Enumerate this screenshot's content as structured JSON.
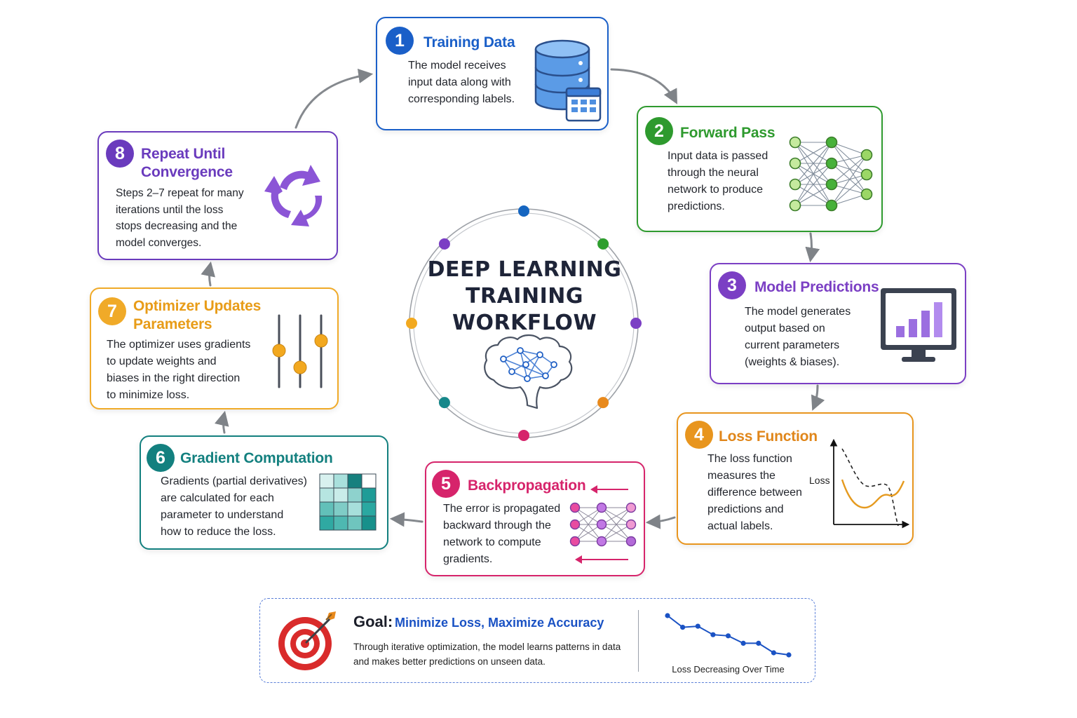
{
  "center": {
    "title_lines": [
      "DEEP LEARNING",
      "TRAINING",
      "WORKFLOW"
    ],
    "ring_dot_colors": [
      "#1565c0",
      "#2e9e2e",
      "#7b3fc4",
      "#e8891c",
      "#d6246b",
      "#16878a",
      "#f2a91f",
      "#7b3fc4"
    ]
  },
  "steps": [
    {
      "number": "1",
      "title_lines": [
        "Training Data"
      ],
      "description": [
        "The model receives",
        "input data along with",
        "corresponding labels."
      ],
      "color": "#1a5fc8",
      "icon": "database-icon"
    },
    {
      "number": "2",
      "title_lines": [
        "Forward Pass"
      ],
      "description": [
        "Input data is passed",
        "through the neural",
        "network to produce",
        "predictions."
      ],
      "color": "#2e9a2e",
      "icon": "neural-network-icon"
    },
    {
      "number": "3",
      "title_lines": [
        "Model Predictions"
      ],
      "description": [
        "The model generates",
        "output based on",
        "current parameters",
        "(weights & biases)."
      ],
      "color": "#7b3fc4",
      "icon": "monitor-chart-icon"
    },
    {
      "number": "4",
      "title_lines": [
        "Loss Function"
      ],
      "description": [
        "The loss function",
        "measures the",
        "difference between",
        "predictions and",
        "actual labels."
      ],
      "color": "#e0861a",
      "icon": "loss-curve-icon",
      "plot_label": "Loss"
    },
    {
      "number": "5",
      "title_lines": [
        "Backpropagation"
      ],
      "description": [
        "The error is propagated",
        "backward through the",
        "network to compute",
        "gradients."
      ],
      "color": "#d6246b",
      "icon": "backprop-network-icon"
    },
    {
      "number": "6",
      "title_lines": [
        "Gradient Computation"
      ],
      "description": [
        "Gradients (partial derivatives)",
        "are calculated for each",
        "parameter to understand",
        "how to reduce the loss."
      ],
      "color": "#13807f",
      "icon": "gradient-grid-icon"
    },
    {
      "number": "7",
      "title_lines": [
        "Optimizer Updates",
        "Parameters"
      ],
      "description": [
        "The optimizer uses gradients",
        "to update weights and",
        "biases in the right direction",
        "to minimize loss."
      ],
      "color": "#e9a21e",
      "icon": "sliders-icon"
    },
    {
      "number": "8",
      "title_lines": [
        "Repeat Until",
        "Convergence"
      ],
      "description": [
        "Steps 2–7 repeat for many",
        "iterations until the loss",
        "stops decreasing and the",
        "model converges."
      ],
      "color": "#6a3bbd",
      "icon": "cycle-arrows-icon"
    }
  ],
  "goal": {
    "label": "Goal:",
    "headline": "Minimize Loss, Maximize Accuracy",
    "description": [
      "Through iterative optimization, the model learns patterns in data",
      "and makes better predictions on unseen data."
    ],
    "icon": "target-icon",
    "mini_chart": {
      "caption": "Loss Decreasing Over Time",
      "values": [
        1.0,
        0.78,
        0.8,
        0.64,
        0.62,
        0.48,
        0.48,
        0.3,
        0.26
      ]
    }
  }
}
